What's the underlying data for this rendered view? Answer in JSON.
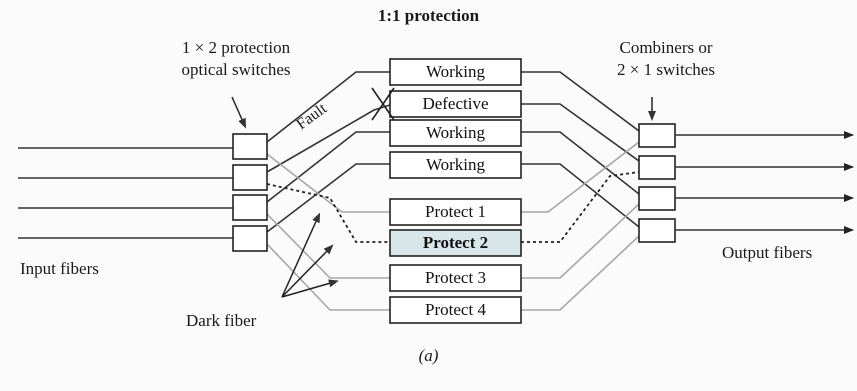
{
  "title": "1:1 protection",
  "labels": {
    "switches_line1": "1 × 2 protection",
    "switches_line2": "optical switches",
    "combiners_line1": "Combiners or",
    "combiners_line2": "2 × 1 switches",
    "input_fibers": "Input fibers",
    "output_fibers": "Output fibers",
    "dark_fiber": "Dark fiber",
    "fault": "Fault"
  },
  "working_paths": [
    "Working",
    "Defective",
    "Working",
    "Working"
  ],
  "protect_paths": [
    "Protect 1",
    "Protect 2",
    "Protect 3",
    "Protect 4"
  ],
  "caption": "(a)"
}
